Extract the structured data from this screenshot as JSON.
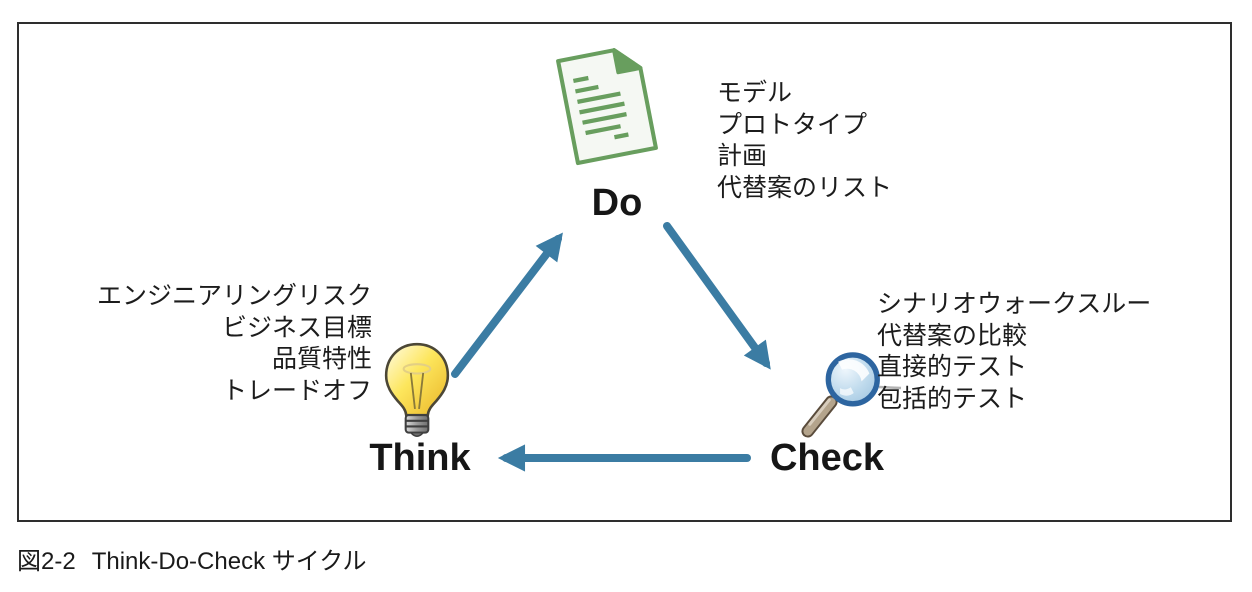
{
  "figure": {
    "caption_number": "図2-2",
    "caption_title": "Think-Do-Check サイクル"
  },
  "nodes": {
    "do": {
      "label": "Do",
      "icon": "document-icon",
      "items": [
        "モデル",
        "プロトタイプ",
        "計画",
        "代替案のリスト"
      ]
    },
    "think": {
      "label": "Think",
      "icon": "lightbulb-icon",
      "items": [
        "エンジニアリングリスク",
        "ビジネス目標",
        "品質特性",
        "トレードオフ"
      ]
    },
    "check": {
      "label": "Check",
      "icon": "magnifier-icon",
      "items": [
        "シナリオウォークスルー",
        "代替案の比較",
        "直接的テスト",
        "包括的テスト"
      ]
    }
  },
  "arrows": [
    {
      "name": "think-to-do",
      "from": "Think",
      "to": "Do"
    },
    {
      "name": "do-to-check",
      "from": "Do",
      "to": "Check"
    },
    {
      "name": "check-to-think",
      "from": "Check",
      "to": "Think"
    }
  ],
  "colors": {
    "arrow": "#3b7ca3",
    "document_green": "#689e5e",
    "document_paper": "#f5f8f3",
    "bulb_yellow": "#f6cb2f",
    "lens_blue": "#2d65a0",
    "handle_tan": "#b4a48c",
    "box_border": "#2e2e2e",
    "text": "#1c1c1c"
  }
}
